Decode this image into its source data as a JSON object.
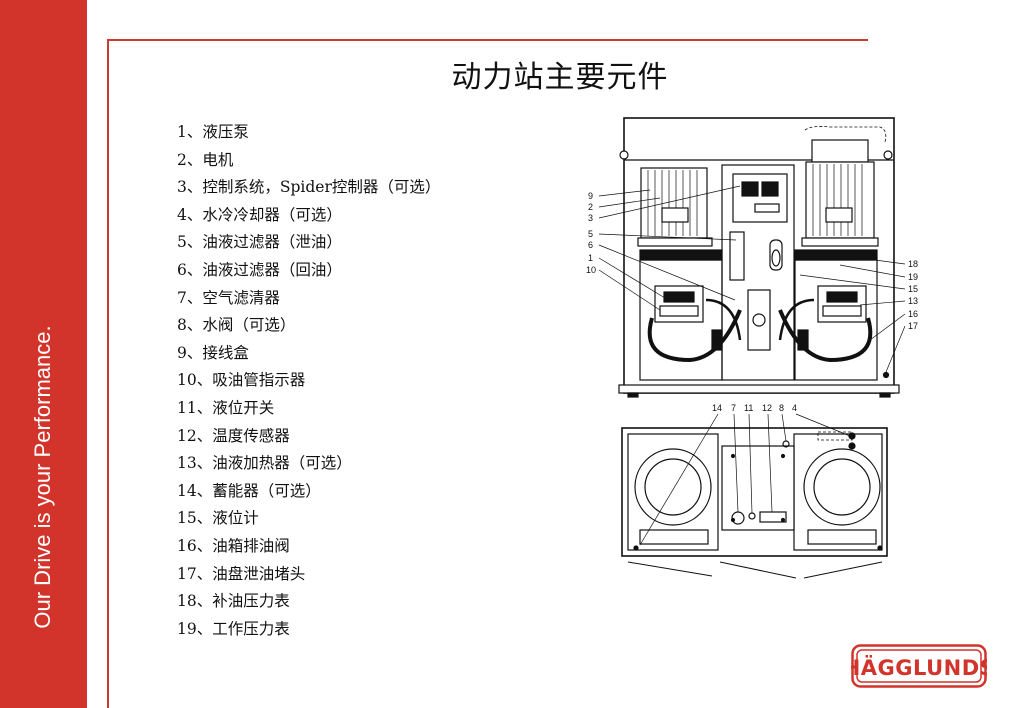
{
  "slide": {
    "title": "动力站主要元件",
    "tagline": "Our Drive is your Performance.",
    "logo_text": "HÄGGLUNDS",
    "accent_color": "#d2332a"
  },
  "components": [
    "1、液压泵",
    "2、电机",
    "3、控制系统，Spider控制器（可选）",
    "4、水冷冷却器（可选）",
    "5、油液过滤器（泄油）",
    "6、油液过滤器（回油）",
    "7、空气滤清器",
    "8、水阀（可选）",
    "9、接线盒",
    "10、吸油管指示器",
    "11、液位开关",
    "12、温度传感器",
    "13、油液加热器（可选）",
    "14、蓄能器（可选）",
    "15、液位计",
    "16、油箱排油阀",
    "17、油盘泄油堵头",
    "18、补油压力表",
    "19、工作压力表"
  ],
  "diagram": {
    "front_left_labels": [
      "9",
      "2",
      "3",
      "5",
      "6",
      "1",
      "10"
    ],
    "front_right_labels": [
      "18",
      "19",
      "15",
      "13",
      "16",
      "17"
    ],
    "top_view_labels": [
      "14",
      "7",
      "11",
      "12",
      "8",
      "4"
    ]
  }
}
